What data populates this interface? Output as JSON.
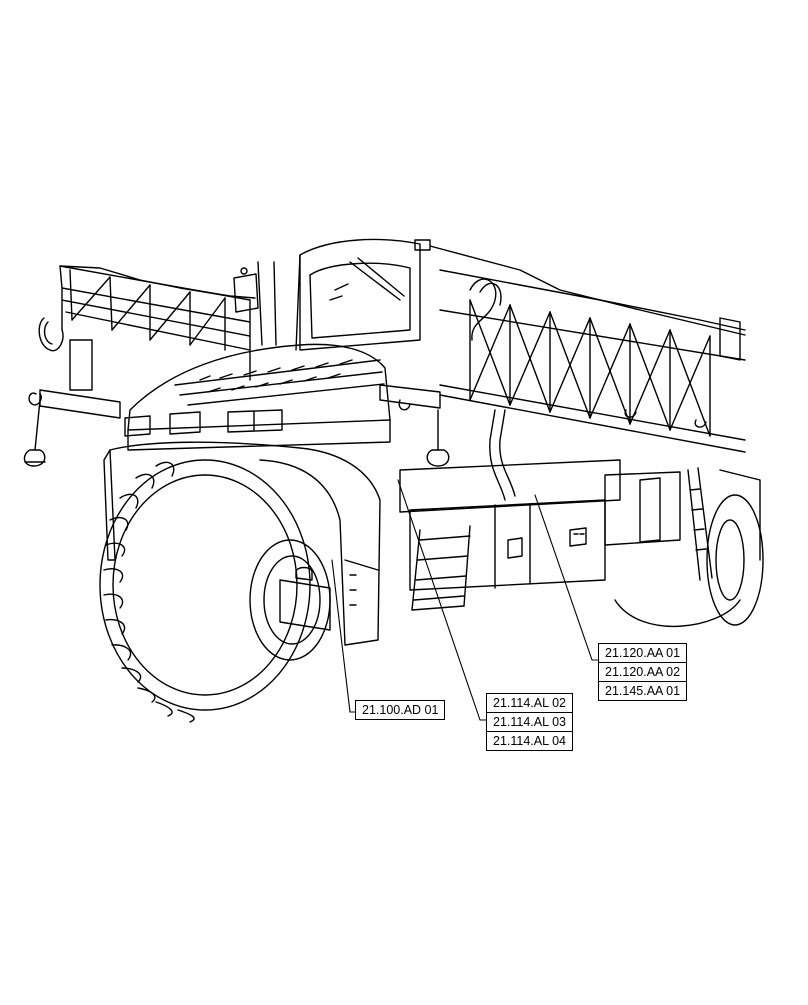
{
  "colors": {
    "line": "#000000",
    "background": "#ffffff"
  },
  "callouts": {
    "frame": {
      "items": [
        "21.100.AD 01"
      ]
    },
    "ladder": {
      "items": [
        "21.114.AL 02",
        "21.114.AL 03",
        "21.114.AL 04"
      ]
    },
    "tank": {
      "items": [
        "21.120.AA 01",
        "21.120.AA 02",
        "21.145.AA 01"
      ]
    }
  }
}
